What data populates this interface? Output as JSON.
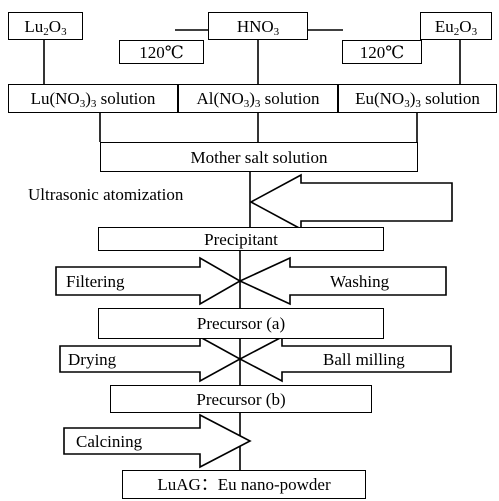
{
  "diagram": {
    "reagents": {
      "lu2o3": "Lu2O3",
      "hno3": "HNO3",
      "eu2o3": "Eu2O3",
      "temp_left": "120℃",
      "temp_right": "120℃"
    },
    "solutions": {
      "lu": "Lu(NO3)3 solution",
      "al": "Al(NO3)3 solution",
      "eu": "Eu(NO3)3 solution"
    },
    "mother_salt": "Mother salt solution",
    "ultrasonic": "Ultrasonic atomization",
    "precipitant": "Precipitant",
    "filtering": "Filtering",
    "washing": "Washing",
    "precursor_a": "Precursor (a)",
    "drying": "Drying",
    "ball_milling": "Ball milling",
    "precursor_b": "Precursor (b)",
    "calcining": "Calcining",
    "product": "LuAG：Eu nano-powder"
  }
}
